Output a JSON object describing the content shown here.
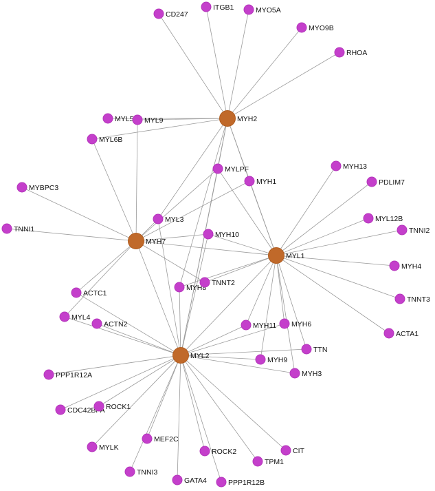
{
  "network": {
    "hubs": [
      "MYH2",
      "MYH7",
      "MYL1",
      "MYL2"
    ],
    "nodes": [
      {
        "id": "MYH2",
        "label": "MYH2"
      },
      {
        "id": "MYH7",
        "label": "MYH7"
      },
      {
        "id": "MYL1",
        "label": "MYL1"
      },
      {
        "id": "MYL2",
        "label": "MYL2"
      },
      {
        "id": "CD247",
        "label": "CD247"
      },
      {
        "id": "ITGB1",
        "label": "ITGB1"
      },
      {
        "id": "MYO5A",
        "label": "MYO5A"
      },
      {
        "id": "MYO9B",
        "label": "MYO9B"
      },
      {
        "id": "RHOA",
        "label": "RHOA"
      },
      {
        "id": "MYL5",
        "label": "MYL5"
      },
      {
        "id": "MYL9",
        "label": "MYL9"
      },
      {
        "id": "MYL6B",
        "label": "MYL6B"
      },
      {
        "id": "MYLPF",
        "label": "MYLPF"
      },
      {
        "id": "MYH1",
        "label": "MYH1"
      },
      {
        "id": "MYH13",
        "label": "MYH13"
      },
      {
        "id": "PDLIM7",
        "label": "PDLIM7"
      },
      {
        "id": "MYL12B",
        "label": "MYL12B"
      },
      {
        "id": "TNNI2",
        "label": "TNNI2"
      },
      {
        "id": "MYH4",
        "label": "MYH4"
      },
      {
        "id": "TNNT3",
        "label": "TNNT3"
      },
      {
        "id": "ACTA1",
        "label": "ACTA1"
      },
      {
        "id": "MYBPC3",
        "label": "MYBPC3"
      },
      {
        "id": "TNNI1",
        "label": "TNNI1"
      },
      {
        "id": "MYL3",
        "label": "MYL3"
      },
      {
        "id": "MYH10",
        "label": "MYH10"
      },
      {
        "id": "ACTC1",
        "label": "ACTC1"
      },
      {
        "id": "MYH8",
        "label": "MYH8"
      },
      {
        "id": "TNNT2",
        "label": "TNNT2"
      },
      {
        "id": "MYL4",
        "label": "MYL4"
      },
      {
        "id": "ACTN2",
        "label": "ACTN2"
      },
      {
        "id": "MYH11",
        "label": "MYH11"
      },
      {
        "id": "MYH6",
        "label": "MYH6"
      },
      {
        "id": "TTN",
        "label": "TTN"
      },
      {
        "id": "MYH9",
        "label": "MYH9"
      },
      {
        "id": "MYH3",
        "label": "MYH3"
      },
      {
        "id": "PPP1R12A",
        "label": "PPP1R12A"
      },
      {
        "id": "CDC42BPA",
        "label": "CDC42BPA"
      },
      {
        "id": "ROCK1",
        "label": "ROCK1"
      },
      {
        "id": "MYLK",
        "label": "MYLK"
      },
      {
        "id": "MEF2C",
        "label": "MEF2C"
      },
      {
        "id": "TNNI3",
        "label": "TNNI3"
      },
      {
        "id": "GATA4",
        "label": "GATA4"
      },
      {
        "id": "ROCK2",
        "label": "ROCK2"
      },
      {
        "id": "TPM1",
        "label": "TPM1"
      },
      {
        "id": "CIT",
        "label": "CIT"
      },
      {
        "id": "PPP1R12B",
        "label": "PPP1R12B"
      }
    ],
    "edges": [
      [
        "MYH2",
        "CD247"
      ],
      [
        "MYH2",
        "ITGB1"
      ],
      [
        "MYH2",
        "MYO5A"
      ],
      [
        "MYH2",
        "MYO9B"
      ],
      [
        "MYH2",
        "RHOA"
      ],
      [
        "MYH2",
        "MYL5"
      ],
      [
        "MYH2",
        "MYL9"
      ],
      [
        "MYH2",
        "MYL6B"
      ],
      [
        "MYH2",
        "MYLPF"
      ],
      [
        "MYH2",
        "MYH1"
      ],
      [
        "MYH2",
        "MYL3"
      ],
      [
        "MYH2",
        "MYL1"
      ],
      [
        "MYH2",
        "MYH8"
      ],
      [
        "MYH2",
        "MYL2"
      ],
      [
        "MYH7",
        "MYL9"
      ],
      [
        "MYH7",
        "MYL6B"
      ],
      [
        "MYH7",
        "MYBPC3"
      ],
      [
        "MYH7",
        "TNNI1"
      ],
      [
        "MYH7",
        "MYLPF"
      ],
      [
        "MYH7",
        "MYH1"
      ],
      [
        "MYH7",
        "MYL3"
      ],
      [
        "MYH7",
        "MYH10"
      ],
      [
        "MYH7",
        "ACTC1"
      ],
      [
        "MYH7",
        "MYL4"
      ],
      [
        "MYH7",
        "TNNT2"
      ],
      [
        "MYH7",
        "MYL1"
      ],
      [
        "MYH7",
        "MYL2"
      ],
      [
        "MYL1",
        "MYH13"
      ],
      [
        "MYL1",
        "PDLIM7"
      ],
      [
        "MYL1",
        "MYL12B"
      ],
      [
        "MYL1",
        "TNNI2"
      ],
      [
        "MYL1",
        "MYH4"
      ],
      [
        "MYL1",
        "TNNT3"
      ],
      [
        "MYL1",
        "ACTA1"
      ],
      [
        "MYL1",
        "MYH1"
      ],
      [
        "MYL1",
        "MYLPF"
      ],
      [
        "MYL1",
        "MYH10"
      ],
      [
        "MYL1",
        "TNNT2"
      ],
      [
        "MYL1",
        "MYH8"
      ],
      [
        "MYL1",
        "MYH11"
      ],
      [
        "MYL1",
        "MYH6"
      ],
      [
        "MYL1",
        "TTN"
      ],
      [
        "MYL1",
        "MYH9"
      ],
      [
        "MYL1",
        "MYH3"
      ],
      [
        "MYL1",
        "MYL2"
      ],
      [
        "MYL2",
        "MYLPF"
      ],
      [
        "MYL2",
        "MYL3"
      ],
      [
        "MYL2",
        "MYH10"
      ],
      [
        "MYL2",
        "ACTC1"
      ],
      [
        "MYL2",
        "MYH8"
      ],
      [
        "MYL2",
        "MYL4"
      ],
      [
        "MYL2",
        "ACTN2"
      ],
      [
        "MYL2",
        "MYH11"
      ],
      [
        "MYL2",
        "MYH6"
      ],
      [
        "MYL2",
        "TTN"
      ],
      [
        "MYL2",
        "MYH9"
      ],
      [
        "MYL2",
        "MYH3"
      ],
      [
        "MYL2",
        "PPP1R12A"
      ],
      [
        "MYL2",
        "CDC42BPA"
      ],
      [
        "MYL2",
        "ROCK1"
      ],
      [
        "MYL2",
        "MYLK"
      ],
      [
        "MYL2",
        "MEF2C"
      ],
      [
        "MYL2",
        "TNNI3"
      ],
      [
        "MYL2",
        "GATA4"
      ],
      [
        "MYL2",
        "ROCK2"
      ],
      [
        "MYL2",
        "TPM1"
      ],
      [
        "MYL2",
        "CIT"
      ],
      [
        "MYL2",
        "PPP1R12B"
      ]
    ]
  },
  "colors": {
    "hub": "#c0692a",
    "leaf": "#c43fcb",
    "edge": "#9b9b9b",
    "background": "#ffffff"
  }
}
